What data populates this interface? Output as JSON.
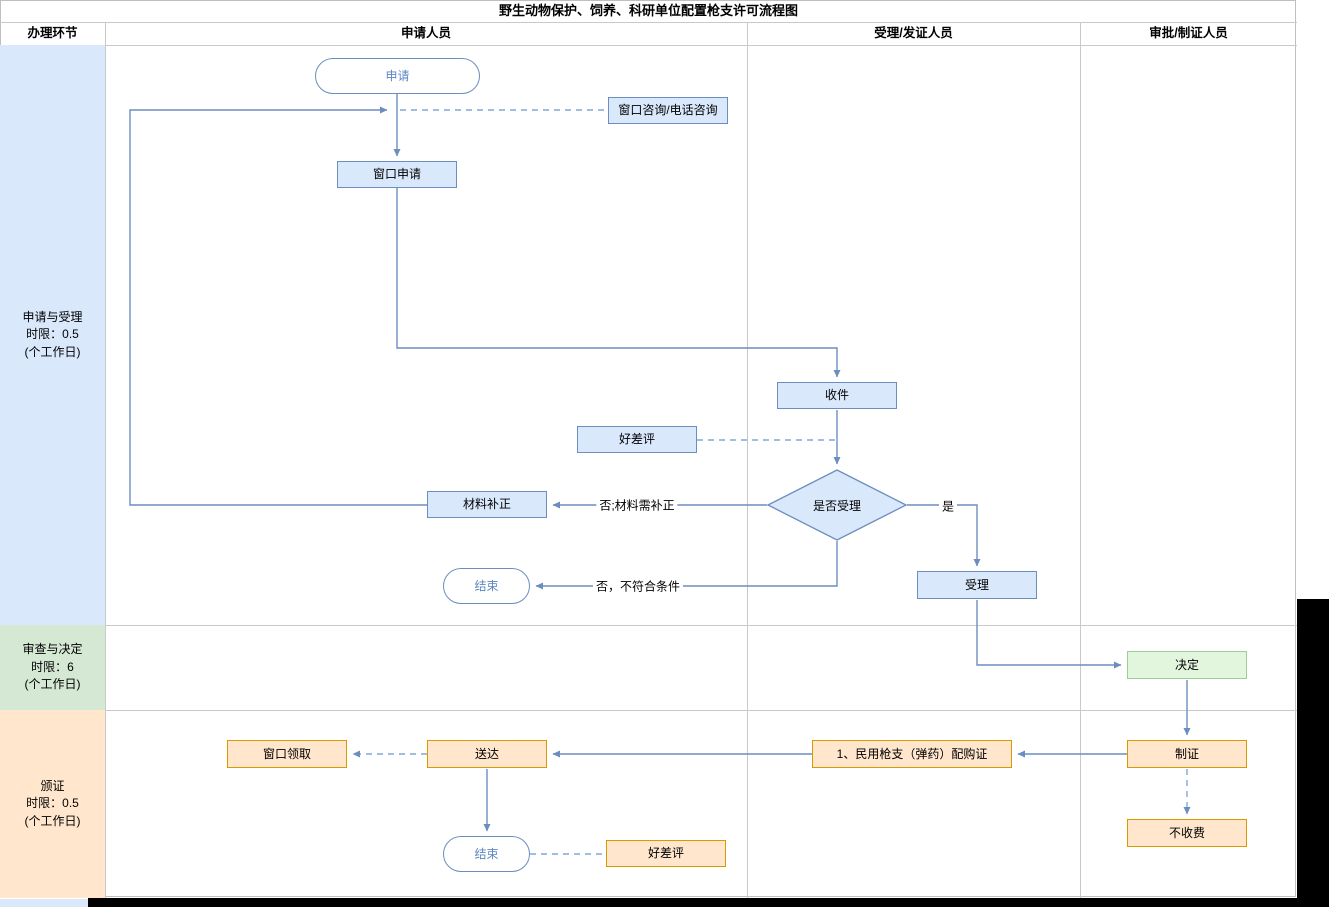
{
  "title": "野生动物保护、饲养、科研单位配置枪支许可流程图",
  "columns": {
    "stage": "办理环节",
    "applicant": "申请人员",
    "acceptor": "受理/发证人员",
    "approver": "审批/制证人员"
  },
  "lanes": [
    {
      "label": "申请与受理\n时限：0.5\n(个工作日)"
    },
    {
      "label": "审查与决定\n时限：6\n(个工作日)"
    },
    {
      "label": "颁证\n时限：0.5\n(个工作日)"
    }
  ],
  "nodes": {
    "start": "申请",
    "consult": "窗口咨询/电话咨询",
    "window_apply": "窗口申请",
    "receive": "收件",
    "review1": "好差评",
    "accept_decision": "是否受理",
    "supplement": "材料补正",
    "end1": "结束",
    "accept": "受理",
    "decide": "决定",
    "make_cert": "制证",
    "cert": "1、民用枪支（弹药）配购证",
    "deliver": "送达",
    "window_pickup": "窗口领取",
    "no_fee": "不收费",
    "end2": "结束",
    "review2": "好差评"
  },
  "edge_labels": {
    "no_supplement": "否;材料需补正",
    "yes": "是",
    "no_reject": "否，不符合条件"
  },
  "colors": {
    "blue_fill": "#dae8fc",
    "blue_stroke": "#6c8ebf",
    "green_fill": "#e2f6de",
    "green_stroke": "#9bce94",
    "orange_fill": "#ffe6cc",
    "orange_stroke": "#d79b00"
  }
}
